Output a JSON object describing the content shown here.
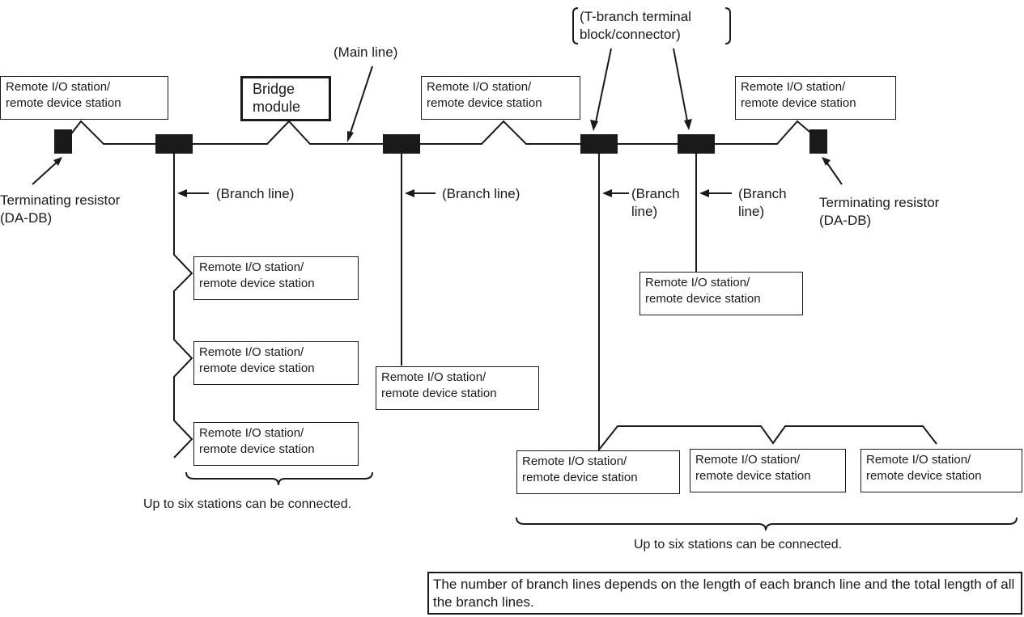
{
  "station": {
    "line1": "Remote I/O station/",
    "line2": "remote device station"
  },
  "bridge": {
    "line1": "Bridge",
    "line2": "module"
  },
  "labels": {
    "main_line": "(Main line)",
    "t_branch_line1": "(T-branch terminal",
    "t_branch_line2": "block/connector)",
    "terminating_resistor_line1": "Terminating resistor",
    "terminating_resistor_line2": "(DA-DB)",
    "branch_line": "(Branch line)",
    "branch_line_split_1": "(Branch",
    "branch_line_split_2": "line)",
    "six_stations": "Up to six stations can be connected."
  },
  "note": "The number of branch lines depends on the length of each branch line and the total length of all the branch lines.",
  "colors": {
    "ink": "#1a1a1a",
    "background": "#ffffff"
  }
}
